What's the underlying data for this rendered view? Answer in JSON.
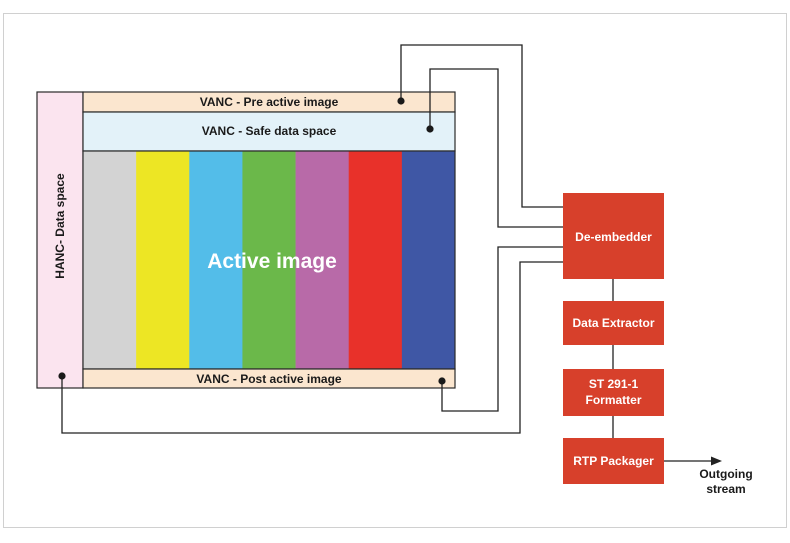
{
  "frame": {
    "hanc_label": "HANC- Data space",
    "vanc_pre_label": "VANC - Pre active image",
    "vanc_safe_label": "VANC - Safe data space",
    "vanc_post_label": "VANC - Post active image",
    "active_image_label": "Active image",
    "color_bars": [
      "#d3d3d3",
      "#ede624",
      "#53bde9",
      "#6bb84a",
      "#b86aa8",
      "#e8312a",
      "#3f57a5"
    ]
  },
  "pipeline": {
    "deembedder_label": "De-embedder",
    "extractor_label": "Data Extractor",
    "formatter_label_line1": "ST 291-1",
    "formatter_label_line2": "Formatter",
    "packager_label": "RTP Packager",
    "output_label_line1": "Outgoing",
    "output_label_line2": "stream"
  },
  "colors": {
    "hanc_fill": "#fbe4ef",
    "vanc_fill": "#fbe6cf",
    "safe_fill": "#e3f2f9",
    "block_fill": "#d7402b",
    "line": "#222222"
  }
}
